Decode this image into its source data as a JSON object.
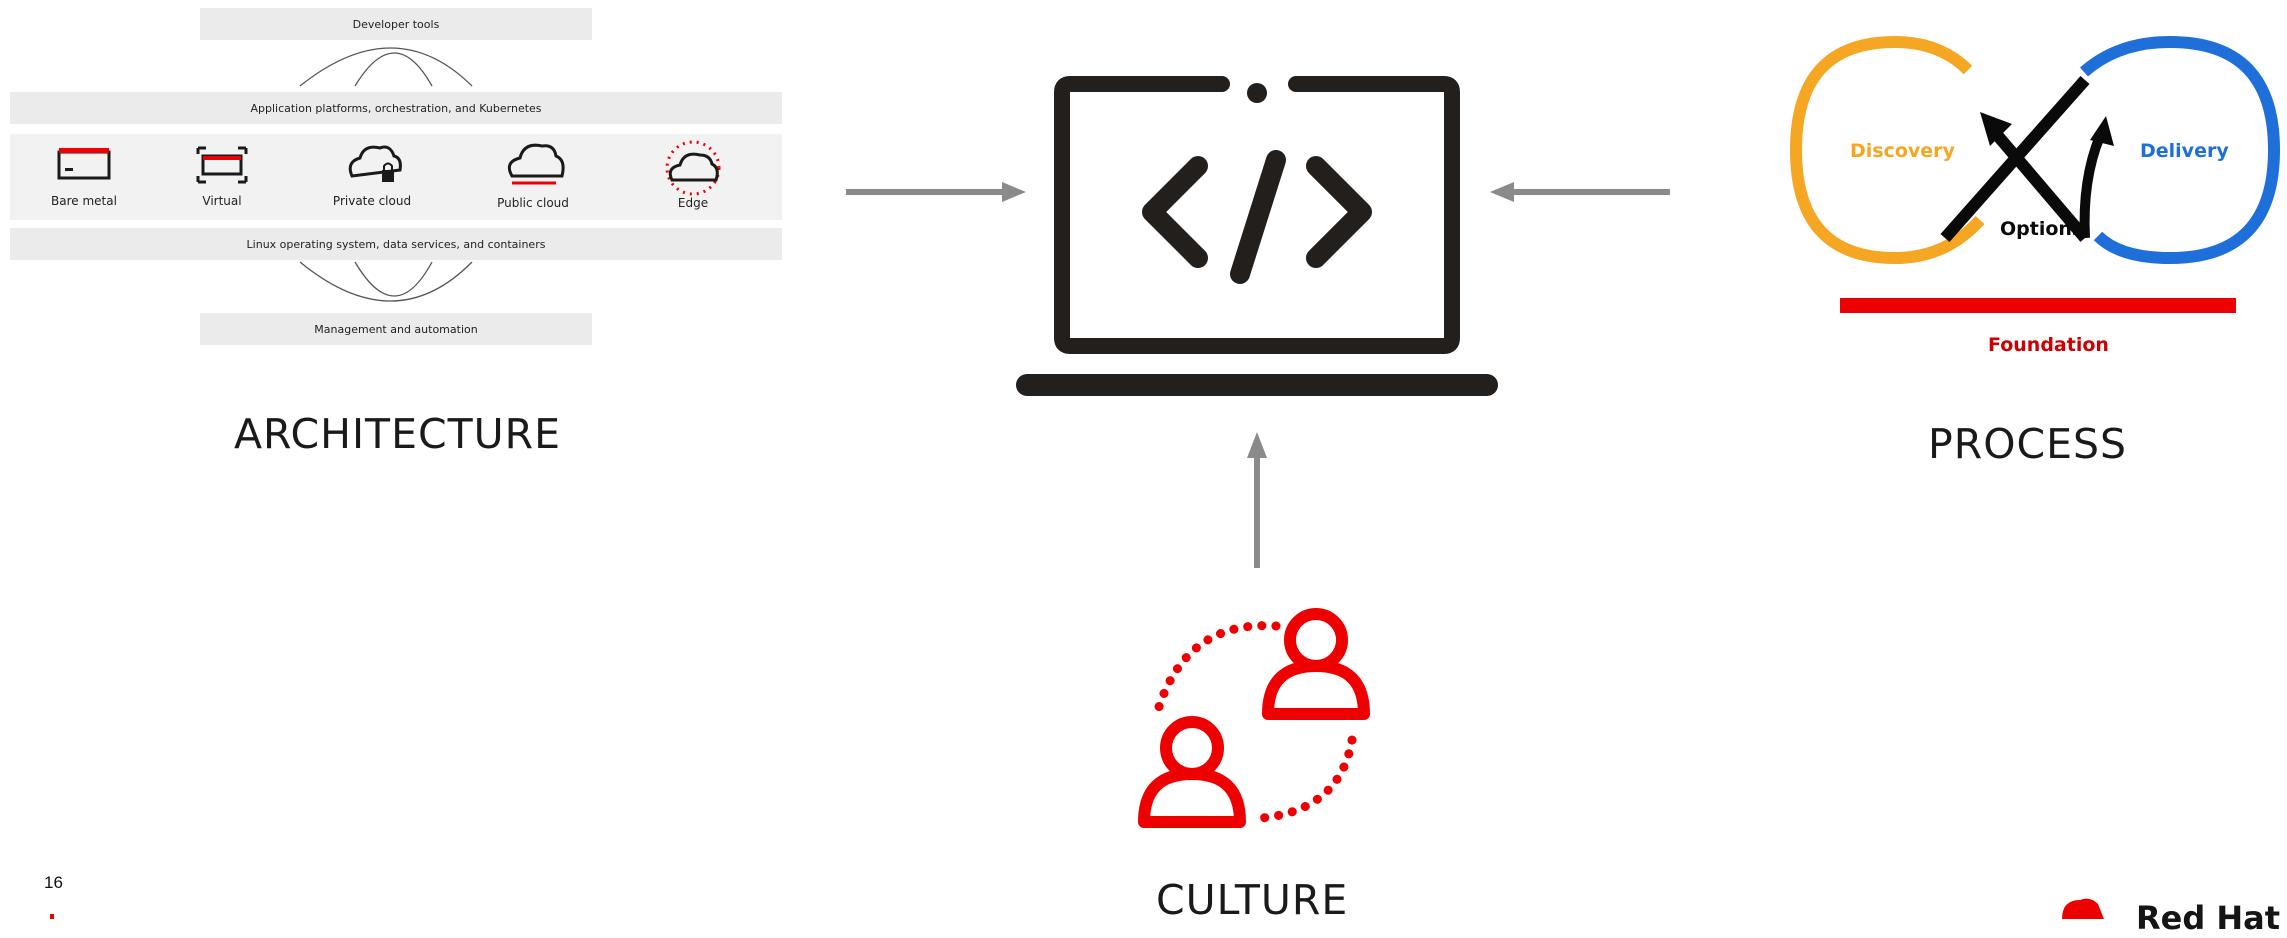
{
  "page_number": "16",
  "architecture": {
    "title": "ARCHITECTURE",
    "top_band": "Developer tools",
    "app_band": "Application platforms, orchestration, and Kubernetes",
    "tiers": [
      "Bare metal",
      "Virtual",
      "Private cloud",
      "Public cloud",
      "Edge"
    ],
    "os_band": "Linux operating system, data services, and containers",
    "bottom_band": "Management and automation"
  },
  "process": {
    "title": "PROCESS",
    "discovery": "Discovery",
    "delivery": "Delivery",
    "options": "Options",
    "foundation": "Foundation"
  },
  "culture": {
    "title": "CULTURE"
  },
  "brand": {
    "name": "Red Hat"
  },
  "colors": {
    "red": "#ee0000",
    "discovery": "#f5a623",
    "delivery": "#1e6fd9",
    "arrow": "#8a8a8a",
    "laptop": "#231f1c"
  }
}
